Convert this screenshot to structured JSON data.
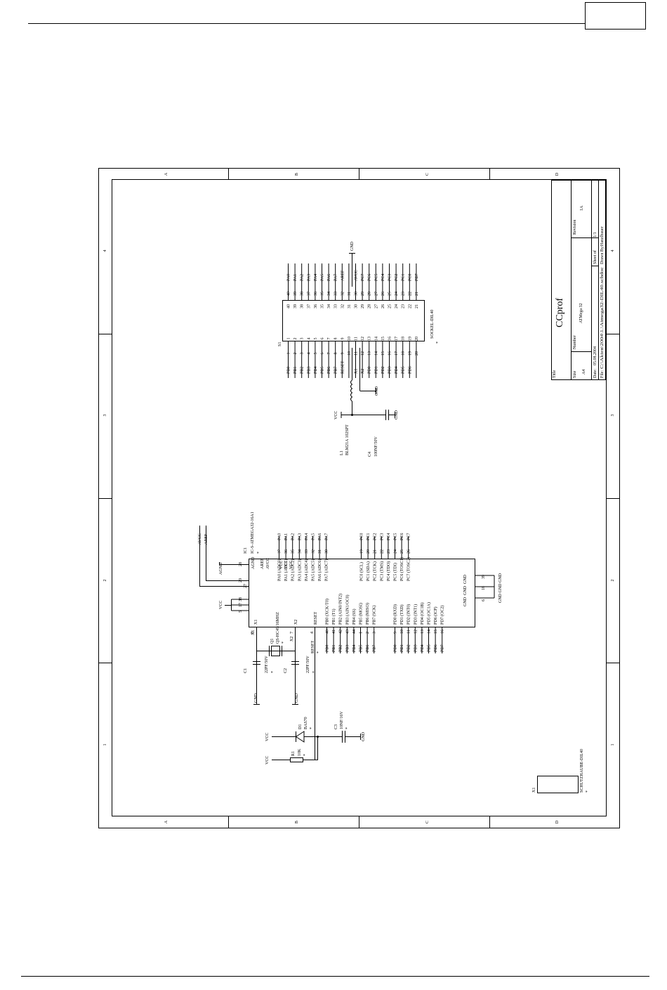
{
  "frame": {
    "columns": [
      "A",
      "B",
      "C",
      "D"
    ],
    "rows": [
      "4",
      "3",
      "2",
      "1"
    ]
  },
  "title_block": {
    "title_label": "Title",
    "title_value": "CCprof",
    "size_label": "Size",
    "size_value": "A4",
    "number_label": "Number",
    "number_value": "ATMega 32",
    "revision_label": "Revision",
    "revision_value": "1A",
    "date_label": "Date:",
    "date_value": "05.08.2004",
    "sheet_label": "Sheet   of",
    "sheet_value": "1/1",
    "file_label": "File:",
    "file_value": "C:\\Akten\\2004\\1.\\Atmega32-DIL40.schdoc",
    "drawn_label": "Drawn By:",
    "drawn_value": "Hanzlbauer"
  },
  "socket": {
    "designator": "S1",
    "type": "SOCKEL-DIL40",
    "star": "*",
    "left_pins": [
      "1",
      "2",
      "3",
      "4",
      "5",
      "6",
      "7",
      "8",
      "9",
      "10",
      "11",
      "12",
      "13",
      "14",
      "15",
      "16",
      "17",
      "18",
      "19",
      "20"
    ],
    "left_inner": [
      "1",
      "2",
      "3",
      "4",
      "5",
      "6",
      "7",
      "8",
      "9",
      "10",
      "11",
      "12",
      "13",
      "14",
      "15",
      "16",
      "17",
      "18",
      "19",
      "20"
    ],
    "left_nets": [
      "PB0",
      "PB1",
      "PB2",
      "PB3",
      "PB4",
      "PB5",
      "PB6",
      "PB7",
      "RESET",
      "",
      "X1",
      "X2",
      "PD0",
      "PD1",
      "PD2",
      "PD3",
      "PD4",
      "PD5",
      "PD6",
      ""
    ],
    "right_pins": [
      "40",
      "39",
      "38",
      "37",
      "36",
      "35",
      "34",
      "33",
      "32",
      "31",
      "30",
      "29",
      "28",
      "27",
      "26",
      "25",
      "24",
      "23",
      "22",
      "21"
    ],
    "right_inner": [
      "40",
      "39",
      "38",
      "37",
      "36",
      "35",
      "34",
      "33",
      "32",
      "31",
      "30",
      "29",
      "28",
      "27",
      "26",
      "25",
      "24",
      "23",
      "22",
      "21"
    ],
    "right_nets": [
      "PA0",
      "PA1",
      "PA2",
      "PA3",
      "PA4",
      "PA5",
      "PA6",
      "PA7",
      "AREF",
      "",
      "AVCC",
      "PC7",
      "PC6",
      "PC5",
      "PC4",
      "PC3",
      "PC2",
      "PC1",
      "PC0",
      "PD7"
    ],
    "gnd": "GND"
  },
  "power_filter": {
    "vcc": "VCC",
    "gnd1": "GND",
    "gnd2": "GND",
    "l1_ref": "L1",
    "l1_value": "BLM21A 102SPT",
    "c4_ref": "C4",
    "c4_value": "100NF/50V"
  },
  "mcu": {
    "designator": "IC1",
    "part": "IC-S-ATMEGA32-16A1",
    "star": "*",
    "power_inputs": [
      "AGND",
      "AREF",
      "AVCC",
      "VCC",
      "VCC",
      "VCC"
    ],
    "power_pin_numbers": [
      "28",
      "29",
      "27",
      "38",
      "17",
      "5"
    ],
    "aref_net": "AREF",
    "avcc_net": "AVCC",
    "agnd_net": "AGND",
    "vcc_net": "VCC",
    "porta_labels": [
      "PA0 (ADC0)",
      "PA1 (ADC1)",
      "PA2 (ADC2)",
      "PA3 (ADC3)",
      "PA4 (ADC4)",
      "PA5 (ADC5)",
      "PA6 (ADC6)",
      "PA7 (ADC7)"
    ],
    "porta_pins": [
      "37",
      "36",
      "35",
      "34",
      "33",
      "32",
      "31",
      "30"
    ],
    "porta_nets": [
      "PA0",
      "PA1",
      "PA2",
      "PA3",
      "PA4",
      "PA5",
      "PA6",
      "PA7"
    ],
    "portc_labels": [
      "PC0 (SCL)",
      "PC1 (SDA)",
      "PC2 (TCK)",
      "PC3 (TMS)",
      "PC4 (TDO)",
      "PC5 (TDI)",
      "PC6 (TOSC1)",
      "PC7 (TOSC2)"
    ],
    "portc_pins": [
      "19",
      "20",
      "21",
      "22",
      "23",
      "24",
      "25",
      "26"
    ],
    "portc_nets": [
      "PC0",
      "PC1",
      "PC2",
      "PC3",
      "PC4",
      "PC5",
      "PC6",
      "PC7"
    ],
    "gnd_labels": [
      "GND",
      "GND",
      "GND"
    ],
    "gnd_pins": [
      "39",
      "18",
      "6"
    ],
    "gnd_net": "GND GND GND",
    "x1_label": "X1",
    "x2_label": "X2",
    "x1_pin": "8",
    "x2_pin": "7",
    "reset_label": "RESET",
    "reset_pin": "4",
    "portb_labels": [
      "PB0 (XCK/T0)",
      "PB1 (T1)",
      "PB2 (AIN0/INT2)",
      "PB3 (AIN1/OC0)",
      "PB4 (SS)",
      "PB5 (MOSI)",
      "PB6 (MISO)",
      "PB7 (SCK)"
    ],
    "portb_pins": [
      "40",
      "41",
      "42",
      "43",
      "44",
      "1",
      "2",
      "3"
    ],
    "portb_nets": [
      "PB0",
      "PB1",
      "PB2",
      "PB3",
      "PB4",
      "PB5",
      "PB6",
      "PB7"
    ],
    "portd_labels": [
      "PD0 (RXD)",
      "PD1 (TXD)",
      "PD2 (INT0)",
      "PD3 (INT1)",
      "PD4 (OC1B)",
      "PD5 (OC1A)",
      "PD6 (ICP)",
      "PD7 (OC2)"
    ],
    "portd_pins": [
      "9",
      "10",
      "11",
      "12",
      "13",
      "14",
      "15",
      "16"
    ],
    "portd_nets": [
      "PD0",
      "PD1",
      "PD2",
      "PD3",
      "PD4",
      "PD5",
      "PD6",
      "PD7"
    ]
  },
  "crystal": {
    "x1_net": "X1",
    "x2_net": "X2",
    "q1_ref": "Q1",
    "q1_value": "QS-HC49/16MHZ",
    "c1_ref": "C1",
    "c1_value": "22PF/50V",
    "c2_ref": "C2",
    "c2_value": "22PF/50V",
    "gnd": "GND",
    "reset_net": "RESET",
    "star": "*"
  },
  "reset": {
    "vcc": "VCC",
    "d1_ref": "D1",
    "d1_value": "BAS70",
    "r1_ref": "R1",
    "r1_value": "10K",
    "c3_ref": "C3",
    "c3_value": "10NF/16V",
    "gnd": "GND",
    "star": "*"
  },
  "x1_part": {
    "ref": "X1",
    "value": "SCHUTZHAUBE-DIL40",
    "star": "*"
  }
}
